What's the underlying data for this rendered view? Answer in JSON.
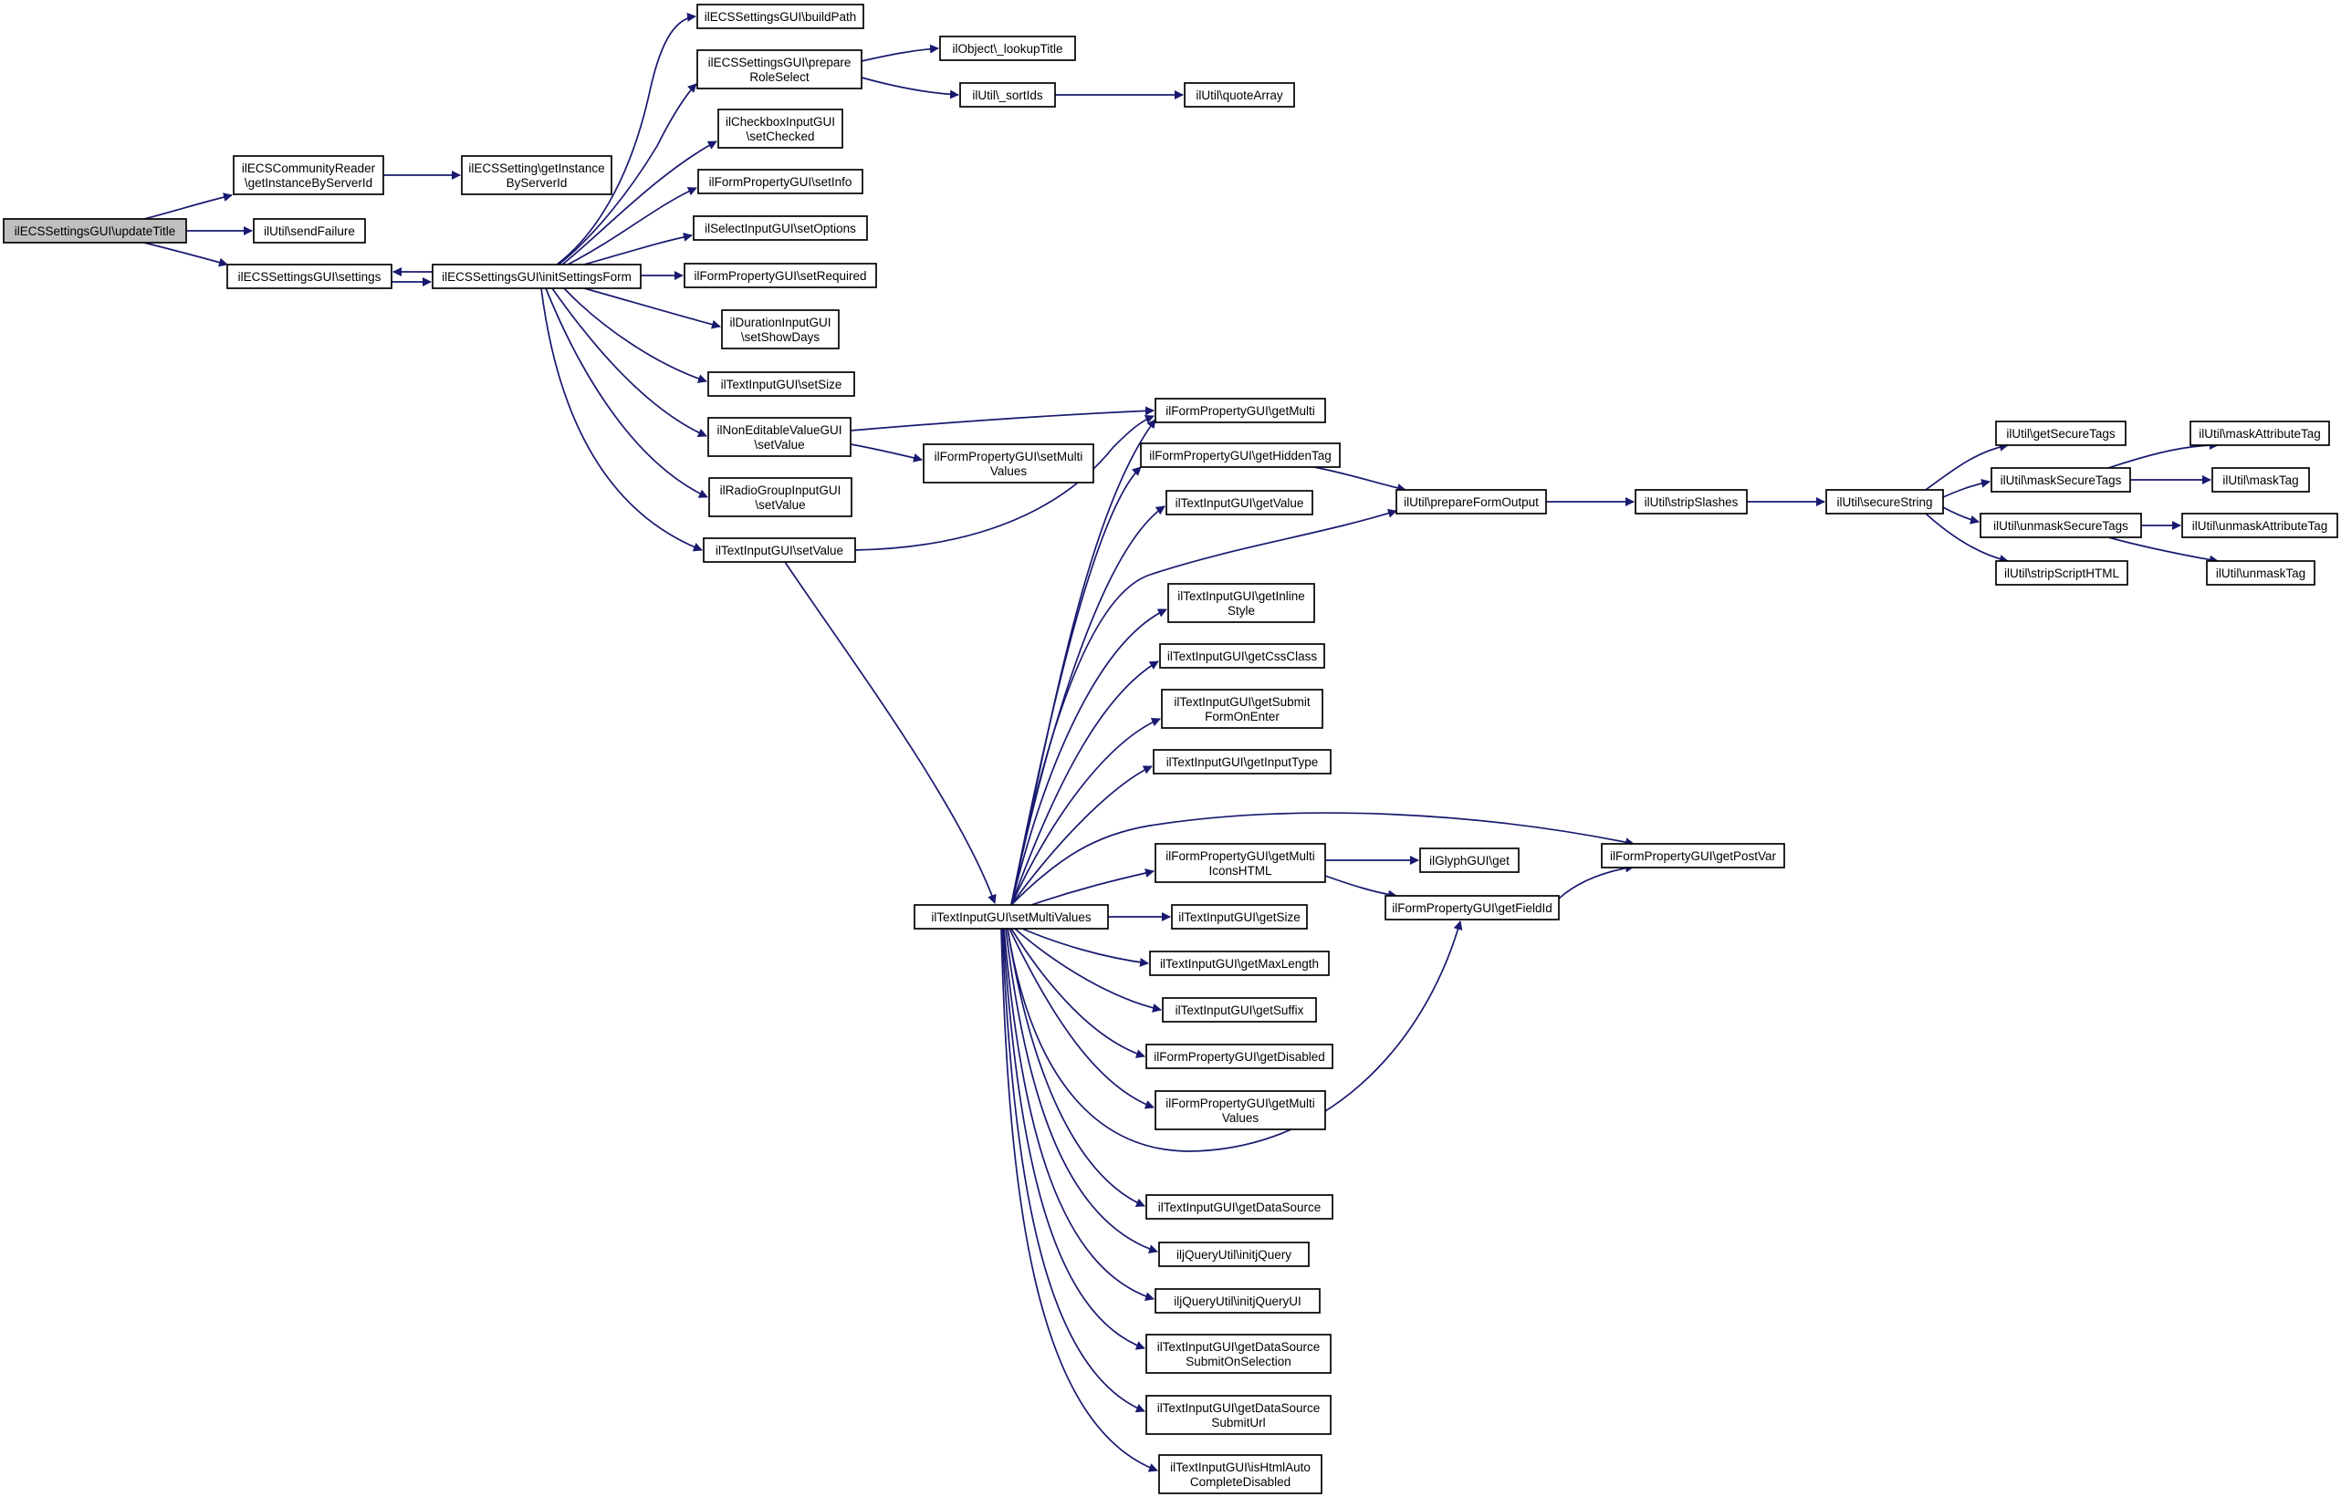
{
  "colors": {
    "edge": "#191970",
    "root_fill": "#bfbfbf",
    "node_fill": "#ffffff",
    "node_border": "#000000"
  },
  "nodes": {
    "n_updateTitle": {
      "lines": [
        "ilECSSettingsGUI\\updateTitle"
      ]
    },
    "n_getInstanceByServerIdReader": {
      "lines": [
        "ilECSCommunityReader",
        "\\getInstanceByServerId"
      ]
    },
    "n_sendFailure": {
      "lines": [
        "ilUtil\\sendFailure"
      ]
    },
    "n_settings": {
      "lines": [
        "ilECSSettingsGUI\\settings"
      ]
    },
    "n_getInstanceByServerIdSetting": {
      "lines": [
        "ilECSSetting\\getInstance",
        "ByServerId"
      ]
    },
    "n_initSettingsForm": {
      "lines": [
        "ilECSSettingsGUI\\initSettingsForm"
      ]
    },
    "n_buildPath": {
      "lines": [
        "ilECSSettingsGUI\\buildPath"
      ]
    },
    "n_prepareRoleSelect": {
      "lines": [
        "ilECSSettingsGUI\\prepare",
        "RoleSelect"
      ]
    },
    "n_setChecked": {
      "lines": [
        "ilCheckboxInputGUI",
        "\\setChecked"
      ]
    },
    "n_setInfo": {
      "lines": [
        "ilFormPropertyGUI\\setInfo"
      ]
    },
    "n_setOptions": {
      "lines": [
        "ilSelectInputGUI\\setOptions"
      ]
    },
    "n_setRequired": {
      "lines": [
        "ilFormPropertyGUI\\setRequired"
      ]
    },
    "n_setShowDays": {
      "lines": [
        "ilDurationInputGUI",
        "\\setShowDays"
      ]
    },
    "n_setSize": {
      "lines": [
        "ilTextInputGUI\\setSize"
      ]
    },
    "n_nonEditableSetValue": {
      "lines": [
        "ilNonEditableValueGUI",
        "\\setValue"
      ]
    },
    "n_radioSetValue": {
      "lines": [
        "ilRadioGroupInputGUI",
        "\\setValue"
      ]
    },
    "n_textSetValue": {
      "lines": [
        "ilTextInputGUI\\setValue"
      ]
    },
    "n_lookupTitle": {
      "lines": [
        "ilObject\\_lookupTitle"
      ]
    },
    "n_sortIds": {
      "lines": [
        "ilUtil\\_sortIds"
      ]
    },
    "n_quoteArray": {
      "lines": [
        "ilUtil\\quoteArray"
      ]
    },
    "n_getMulti": {
      "lines": [
        "ilFormPropertyGUI\\getMulti"
      ]
    },
    "n_setMultiValues2": {
      "lines": [
        "ilFormPropertyGUI\\setMulti",
        "Values"
      ]
    },
    "n_getHiddenTag": {
      "lines": [
        "ilFormPropertyGUI\\getHiddenTag"
      ]
    },
    "n_getValue": {
      "lines": [
        "ilTextInputGUI\\getValue"
      ]
    },
    "n_getInlineStyle": {
      "lines": [
        "ilTextInputGUI\\getInline",
        "Style"
      ]
    },
    "n_getCssClass": {
      "lines": [
        "ilTextInputGUI\\getCssClass"
      ]
    },
    "n_getSubmitFormOnEnter": {
      "lines": [
        "ilTextInputGUI\\getSubmit",
        "FormOnEnter"
      ]
    },
    "n_getInputType": {
      "lines": [
        "ilTextInputGUI\\getInputType"
      ]
    },
    "n_getMultiIconsHTML": {
      "lines": [
        "ilFormPropertyGUI\\getMulti",
        "IconsHTML"
      ]
    },
    "n_textSetMultiValues": {
      "lines": [
        "ilTextInputGUI\\setMultiValues"
      ]
    },
    "n_getSize": {
      "lines": [
        "ilTextInputGUI\\getSize"
      ]
    },
    "n_getMaxLength": {
      "lines": [
        "ilTextInputGUI\\getMaxLength"
      ]
    },
    "n_getSuffix": {
      "lines": [
        "ilTextInputGUI\\getSuffix"
      ]
    },
    "n_getDisabled": {
      "lines": [
        "ilFormPropertyGUI\\getDisabled"
      ]
    },
    "n_getMultiValues": {
      "lines": [
        "ilFormPropertyGUI\\getMulti",
        "Values"
      ]
    },
    "n_getDataSource": {
      "lines": [
        "ilTextInputGUI\\getDataSource"
      ]
    },
    "n_initjQuery": {
      "lines": [
        "iljQueryUtil\\initjQuery"
      ]
    },
    "n_initjQueryUI": {
      "lines": [
        "iljQueryUtil\\initjQueryUI"
      ]
    },
    "n_getDataSourceSubmitOnSelection": {
      "lines": [
        "ilTextInputGUI\\getDataSource",
        "SubmitOnSelection"
      ]
    },
    "n_getDataSourceSubmitUrl": {
      "lines": [
        "ilTextInputGUI\\getDataSource",
        "SubmitUrl"
      ]
    },
    "n_isHtmlAutoCompleteDisabled": {
      "lines": [
        "ilTextInputGUI\\isHtmlAuto",
        "CompleteDisabled"
      ]
    },
    "n_prepareFormOutput": {
      "lines": [
        "ilUtil\\prepareFormOutput"
      ]
    },
    "n_glyphGet": {
      "lines": [
        "ilGlyphGUI\\get"
      ]
    },
    "n_getFieldId": {
      "lines": [
        "ilFormPropertyGUI\\getFieldId"
      ]
    },
    "n_getPostVar": {
      "lines": [
        "ilFormPropertyGUI\\getPostVar"
      ]
    },
    "n_stripSlashes": {
      "lines": [
        "ilUtil\\stripSlashes"
      ]
    },
    "n_secureString": {
      "lines": [
        "ilUtil\\secureString"
      ]
    },
    "n_getSecureTags": {
      "lines": [
        "ilUtil\\getSecureTags"
      ]
    },
    "n_maskSecureTags": {
      "lines": [
        "ilUtil\\maskSecureTags"
      ]
    },
    "n_unmaskSecureTags": {
      "lines": [
        "ilUtil\\unmaskSecureTags"
      ]
    },
    "n_stripScriptHTML": {
      "lines": [
        "ilUtil\\stripScriptHTML"
      ]
    },
    "n_maskAttributeTag": {
      "lines": [
        "ilUtil\\maskAttributeTag"
      ]
    },
    "n_maskTag": {
      "lines": [
        "ilUtil\\maskTag"
      ]
    },
    "n_unmaskAttributeTag": {
      "lines": [
        "ilUtil\\unmaskAttributeTag"
      ]
    },
    "n_unmaskTag": {
      "lines": [
        "ilUtil\\unmaskTag"
      ]
    }
  }
}
